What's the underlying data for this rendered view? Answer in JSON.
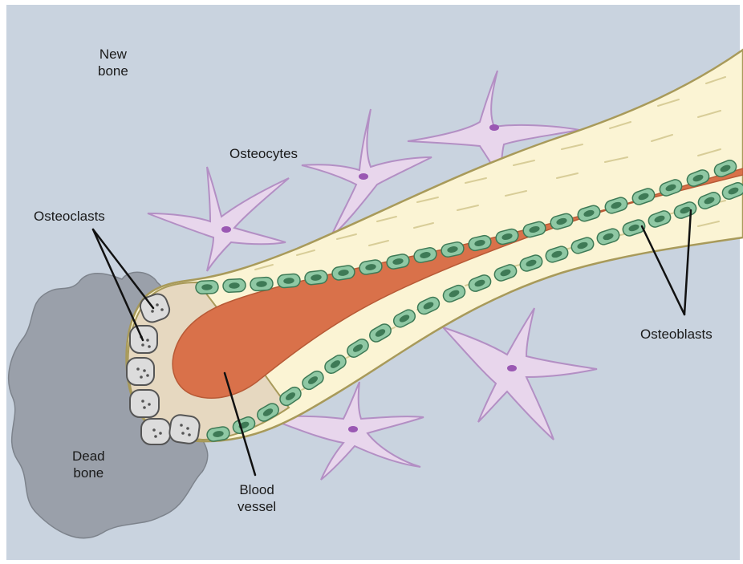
{
  "diagram": {
    "labels": {
      "new_bone_line1": "New",
      "new_bone_line2": "bone",
      "osteocytes": "Osteocytes",
      "osteoclasts": "Osteoclasts",
      "osteoblasts": "Osteoblasts",
      "dead_bone_line1": "Dead",
      "dead_bone_line2": "bone",
      "blood_vessel_line1": "Blood",
      "blood_vessel_line2": "vessel"
    },
    "colors": {
      "background": "#c9d3df",
      "dead_bone": "#9aa0aa",
      "cone_fill": "#fbf4d4",
      "cone_outline": "#a89a5a",
      "cutting_head": "#e6d8c0",
      "blood_vessel": "#d9714a",
      "osteoblast": "#8fc8a4",
      "osteoblast_nucleus": "#3e7a56",
      "osteocyte": "#e8d6ec",
      "osteocyte_outline": "#b38fc4",
      "osteocyte_nucleus": "#9a58b3",
      "osteoclast": "#dcdcdc",
      "leader_line": "#111111"
    }
  }
}
